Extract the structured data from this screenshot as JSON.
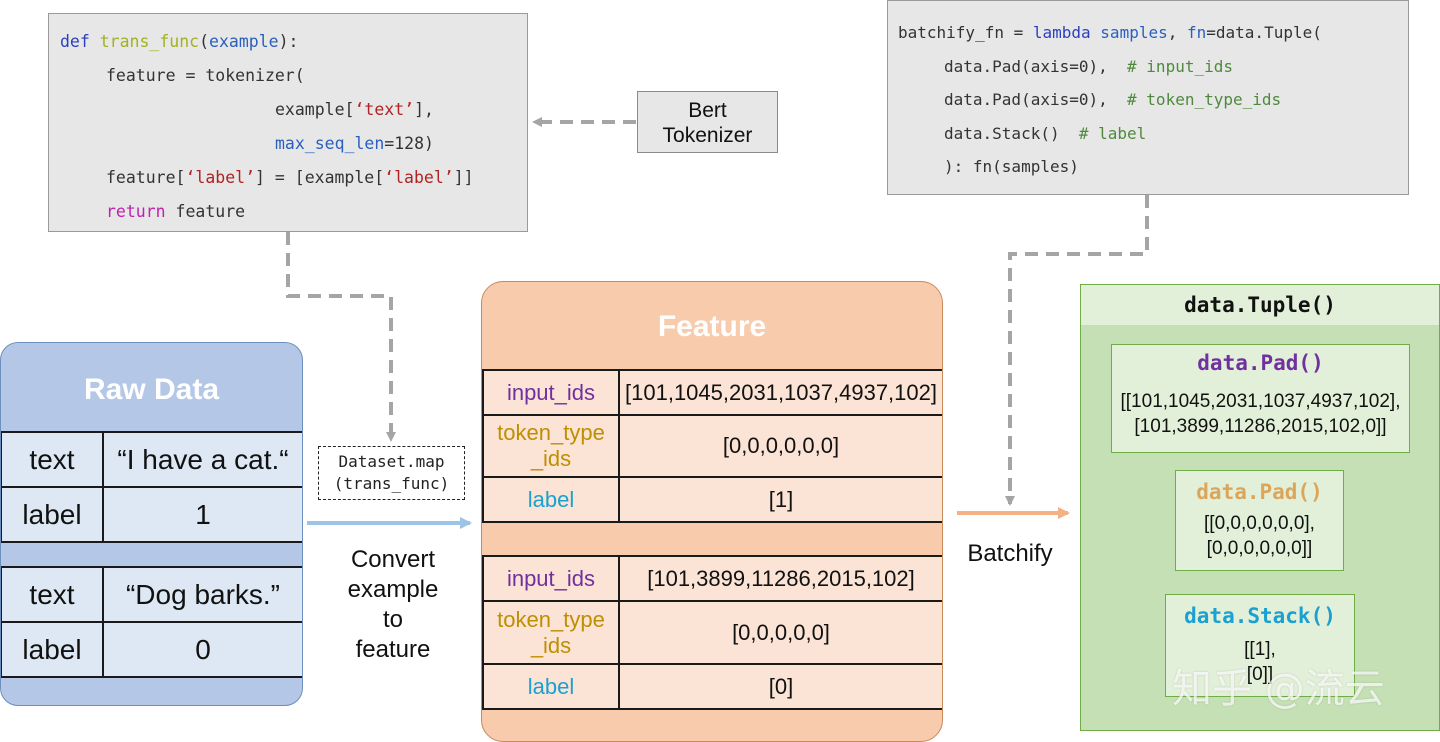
{
  "trans_code": {
    "l1": {
      "def": "def",
      "fn": "trans_func",
      "arg": "example",
      "tail": "):"
    },
    "l2": "feature = tokenizer(",
    "l3": {
      "pre": "example[",
      "str": "‘text’",
      "post": "],"
    },
    "l4": {
      "arg": "max_seq_len",
      "post": "=128)"
    },
    "l5": {
      "pre": "feature[",
      "s1": "‘label’",
      "mid": "] = [example[",
      "s2": "‘label’",
      "post": "]]"
    },
    "l6": {
      "kw": "return",
      "post": " feature"
    }
  },
  "tokenizer_label": {
    "line1": "Bert",
    "line2": "Tokenizer"
  },
  "batchify_code": {
    "l1": {
      "pre": "batchify_fn = ",
      "kw": "lambda",
      "mid": " ",
      "arg": "samples",
      "comma": ", ",
      "arg2": "fn",
      "post": "=data.Tuple("
    },
    "l2": {
      "code": "data.Pad(axis=0),  ",
      "cmt": "# input_ids"
    },
    "l3": {
      "code": "data.Pad(axis=0),  ",
      "cmt": "# token_type_ids"
    },
    "l4": {
      "code": "data.Stack()  ",
      "cmt": "# label"
    },
    "l5": "): fn(samples)"
  },
  "raw_data": {
    "title": "Raw Data",
    "rows": [
      {
        "key": "text",
        "value": "“I have a cat.“"
      },
      {
        "key": "label",
        "value": "1"
      },
      {
        "key": "text",
        "value": "“Dog barks.”"
      },
      {
        "key": "label",
        "value": "0"
      }
    ]
  },
  "map_label": {
    "line1": "Dataset.map",
    "line2": "(trans_func)"
  },
  "convert_label": {
    "line1": "Convert",
    "line2": "example",
    "line3": "to",
    "line4": "feature"
  },
  "feature": {
    "title": "Feature",
    "ex1": {
      "input_ids_key": "input_ids",
      "input_ids_val": "[101,1045,2031,1037,4937,102]",
      "tt_key1": "token_type",
      "tt_key2": "_ids",
      "tt_val": "[0,0,0,0,0,0]",
      "label_key": "label",
      "label_val": "[1]"
    },
    "ex2": {
      "input_ids_key": "input_ids",
      "input_ids_val": "[101,3899,11286,2015,102]",
      "tt_key1": "token_type",
      "tt_key2": "_ids",
      "tt_val": "[0,0,0,0,0]",
      "label_key": "label",
      "label_val": "[0]"
    }
  },
  "batchify_label": "Batchify",
  "tuple": {
    "title": "data.Tuple()",
    "pad1": {
      "head": "data.Pad()",
      "l1": "[[101,1045,2031,1037,4937,102],",
      "l2": "[101,3899,11286,2015,102,0]]"
    },
    "pad2": {
      "head": "data.Pad()",
      "l1": "[[0,0,0,0,0,0],",
      "l2": "[0,0,0,0,0,0]]"
    },
    "stack": {
      "head": "data.Stack()",
      "l1": "[[1],",
      "l2": "[0]]"
    }
  },
  "watermark": "知乎 @流云",
  "colors": {
    "raw_header": "#adc4e4",
    "raw_bg": "#b4c7e7",
    "feature_header": "#f4b183",
    "feature_bg": "#f8cbad",
    "tuple_bg": "#c5e0b4",
    "tuple_header": "#e2f0d9",
    "pad_purple": "#7030a0",
    "pad_gold": "#dca65a",
    "stack_cyan": "#1ba1d1",
    "arrow_blue": "#9dc3e6",
    "arrow_orange": "#f4b183",
    "dash_gray": "#a5a5a5"
  }
}
